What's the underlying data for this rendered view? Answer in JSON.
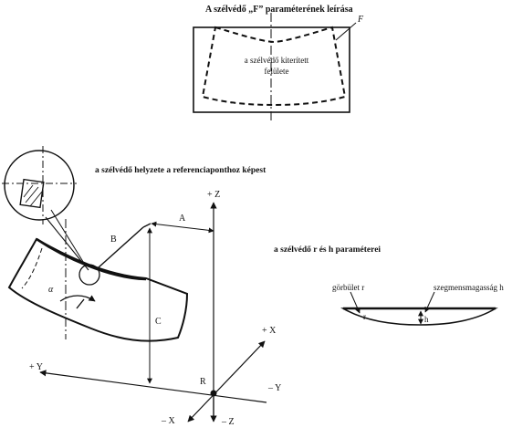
{
  "figure": {
    "title_f_parameter": "A szélvédő „F” paraméterének leírása",
    "label_F": "F",
    "developed_surface_line1": "a szélvédő kiterített",
    "developed_surface_line2": "felülete",
    "title_position": "a szélvédő helyzete a referenciaponthoz képest",
    "title_r_h": "a szélvédő r és h paraméterei",
    "curvature_label": "görbület r",
    "segment_height_label": "szegmensmagasság h",
    "r_small": "r",
    "h_small": "h",
    "dim_A": "A",
    "dim_B": "B",
    "dim_C": "C",
    "angle_alpha": "α",
    "origin_R": "R",
    "axis_pos_Z": "+ Z",
    "axis_neg_Z": "– Z",
    "axis_pos_X": "+ X",
    "axis_neg_X": "– X",
    "axis_pos_Y": "+ Y",
    "axis_neg_Y": "– Y"
  }
}
